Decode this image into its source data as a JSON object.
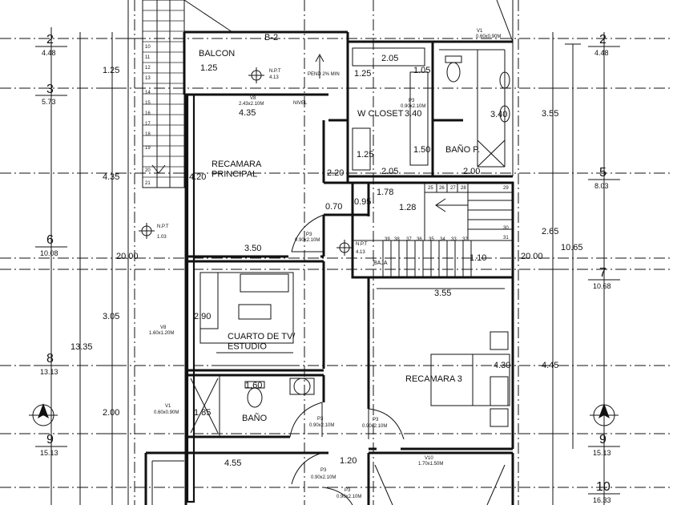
{
  "axes": [
    {
      "num": "2",
      "val": "4.48"
    },
    {
      "num": "3",
      "val": "5.73"
    },
    {
      "num": "5",
      "val": "8.03"
    },
    {
      "num": "6",
      "val": "10.08"
    },
    {
      "num": "7",
      "val": "10.68"
    },
    {
      "num": "8",
      "val": "13.13"
    },
    {
      "num": "9",
      "val": "15.13"
    },
    {
      "num": "10",
      "val": "16.33"
    }
  ],
  "rooms": {
    "balcony": "BALCON",
    "master_bedroom": "RECAMARA\nPRINCIPAL",
    "walk_in_closet": "W CLOSET",
    "master_bath": "BAÑO P.",
    "tv_room": "CUARTO DE TV/\nESTUDIO",
    "bathroom": "BAÑO",
    "bedroom_3": "RECAMARA 3",
    "beam": "B-2",
    "down": "BAJA"
  },
  "left_dims": [
    "1.25",
    "4.35",
    "20.00",
    "3.05",
    "13.35",
    "2.00"
  ],
  "right_dims": [
    "3.55",
    "2.65",
    "20.00",
    "10.65",
    "4.45"
  ],
  "inner_dims": [
    "1.25",
    "4.35",
    "4.20",
    "3.50",
    "2.90",
    "1.85",
    "1.60",
    "2.05",
    "1.25",
    "1.05",
    "3.40",
    "3.40",
    "1.25",
    "1.50",
    "2.05",
    "2.00",
    "2.20",
    "0.70",
    "0.95",
    "1.78",
    "1.28",
    "1.10",
    "3.55",
    "4.30",
    "4.55",
    "1.20"
  ],
  "npt": [
    {
      "label": "N.P.T",
      "val": "4.13"
    },
    {
      "label": "N.P.T",
      "val": "1.03"
    },
    {
      "label": "N.P.T",
      "val": "4.13"
    }
  ],
  "openings": [
    {
      "code": "V1",
      "size": "0.60x0.90M"
    },
    {
      "code": "V8",
      "size": "2.43x2.10M"
    },
    {
      "code": "P3",
      "size": "0.90x2.10M"
    },
    {
      "code": "P3",
      "size": "0.90x2.10M"
    },
    {
      "code": "V8",
      "size": "1.60x1.20M"
    },
    {
      "code": "V1",
      "size": "0.60x0.90M"
    },
    {
      "code": "P3",
      "size": "0.90x2.10M"
    },
    {
      "code": "P3",
      "size": "0.90x2.10M"
    },
    {
      "code": "V10",
      "size": "1.70x1.50M"
    },
    {
      "code": "P3",
      "size": "0.90x2.10M"
    },
    {
      "code": "P3",
      "size": "0.90x2.10M"
    }
  ],
  "notes": {
    "slope": "PEND 2% MIN",
    "rail": "NIVEL"
  },
  "stair_left": [
    "10",
    "11",
    "12",
    "13",
    "14",
    "15",
    "16",
    "17",
    "18",
    "19",
    "20",
    "21"
  ],
  "stair_right_top": [
    "25",
    "26",
    "27",
    "28",
    "29"
  ],
  "stair_right_bottom": [
    "39",
    "38",
    "37",
    "36",
    "35",
    "34",
    "33",
    "32",
    "31"
  ],
  "stair_right_mid": [
    "30"
  ]
}
